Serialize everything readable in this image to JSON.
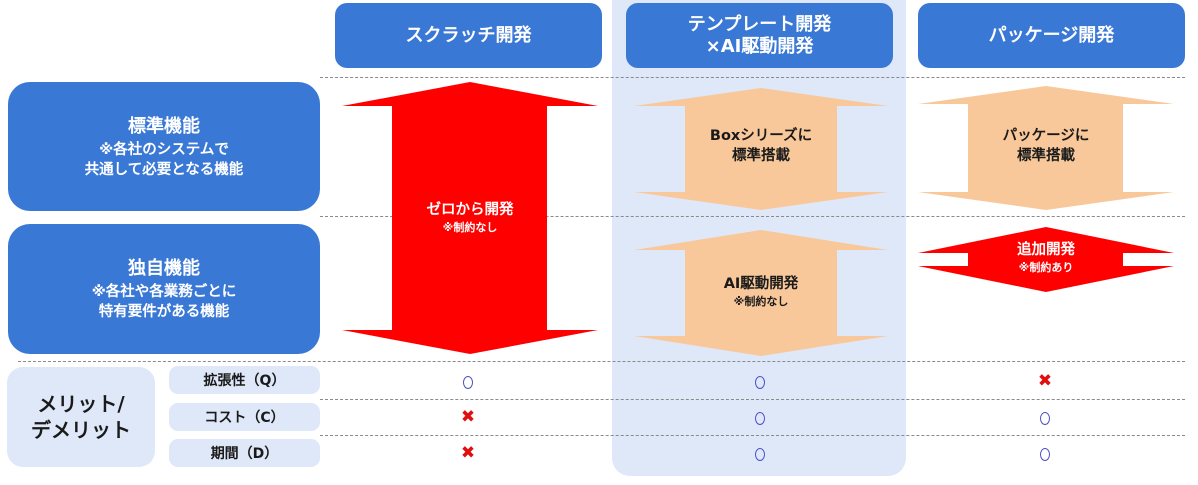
{
  "columns": [
    {
      "id": "scratch",
      "label_lines": [
        "スクラッチ開発"
      ]
    },
    {
      "id": "template_ai",
      "label_lines": [
        "テンプレート開発",
        "×AI駆動開発"
      ]
    },
    {
      "id": "package",
      "label_lines": [
        "パッケージ開発"
      ]
    }
  ],
  "rows": {
    "standard": {
      "title": "標準機能",
      "note_lines": [
        "※各社のシステムで",
        "共通して必要となる機能"
      ]
    },
    "unique": {
      "title": "独自機能",
      "note_lines": [
        "※各社や各業務ごとに",
        "特有要件がある機能"
      ]
    }
  },
  "arrows": {
    "scratch": {
      "main": "ゼロから開発",
      "sub": "※制約なし",
      "color": "#ff0000"
    },
    "template_standard": {
      "main_lines": [
        "Boxシリーズに",
        "標準搭載"
      ],
      "color": "#f8c89a"
    },
    "template_unique": {
      "main": "AI駆動開発",
      "sub": "※制約なし",
      "color": "#f8c89a"
    },
    "package_standard": {
      "main_lines": [
        "パッケージに",
        "標準搭載"
      ],
      "color": "#f8c89a"
    },
    "package_unique": {
      "main": "追加開発",
      "sub": "※制約あり",
      "color": "#ff0000"
    }
  },
  "merits": {
    "label_lines": [
      "メリット/",
      "デメリット"
    ],
    "criteria": [
      {
        "label": "拡張性（Q）",
        "scratch": "○",
        "template_ai": "○",
        "package": "×"
      },
      {
        "label": "コスト（C）",
        "scratch": "×",
        "template_ai": "○",
        "package": "○"
      },
      {
        "label": "期間（D）",
        "scratch": "×",
        "template_ai": "○",
        "package": "○"
      }
    ]
  },
  "colors": {
    "header_blue": "#3a78d6",
    "highlight_bg": "#dfe8f8",
    "red_arrow": "#ff0000",
    "peach_arrow": "#f8c89a",
    "circle_mark": "#4a4fc4",
    "cross_mark": "#e01010"
  }
}
